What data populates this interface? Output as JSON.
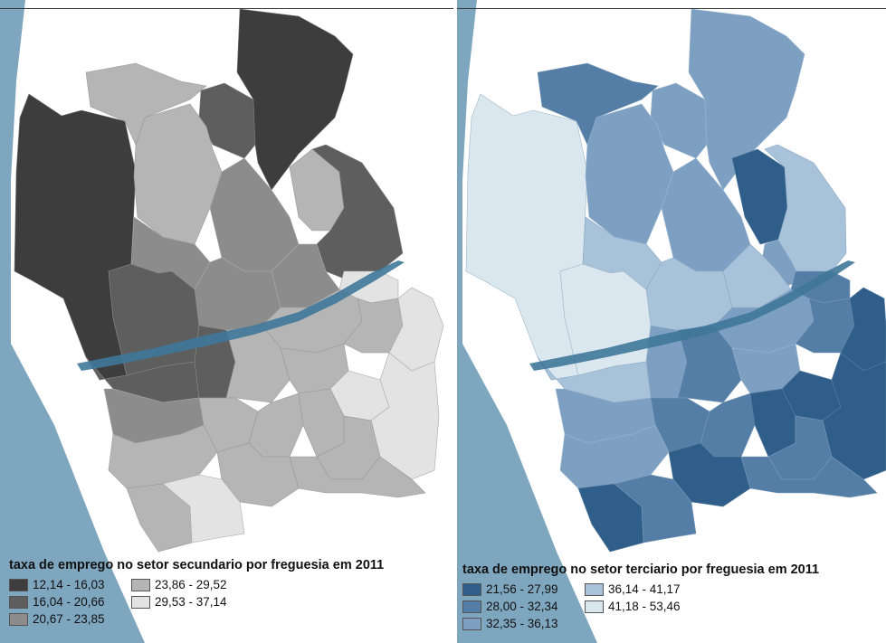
{
  "maps": [
    {
      "title": "taxa de emprego no setor secundario por freguesia em 2011",
      "classes": [
        {
          "label": "12,14 - 16,03",
          "color": "#3d3d3d"
        },
        {
          "label": "16,04 - 20,66",
          "color": "#5e5e5e"
        },
        {
          "label": "20,67 - 23,85",
          "color": "#8c8c8c"
        },
        {
          "label": "23,86 - 29,52",
          "color": "#b5b5b5"
        },
        {
          "label": "29,53 - 37,14",
          "color": "#e3e3e3"
        }
      ]
    },
    {
      "title": "taxa de emprego no setor terciario por freguesia em 2011",
      "classes": [
        {
          "label": "21,56 - 27,99",
          "color": "#2f5e8a"
        },
        {
          "label": "28,00 - 32,34",
          "color": "#557ea6"
        },
        {
          "label": "32,35 - 36,13",
          "color": "#7d9fc2"
        },
        {
          "label": "36,14 - 41,17",
          "color": "#a8c2da"
        },
        {
          "label": "41,18 - 53,46",
          "color": "#dae7ef"
        }
      ]
    }
  ],
  "colors": {
    "sea": "#7fa6bf",
    "river": "#3f7899",
    "background": "#ffffff"
  }
}
